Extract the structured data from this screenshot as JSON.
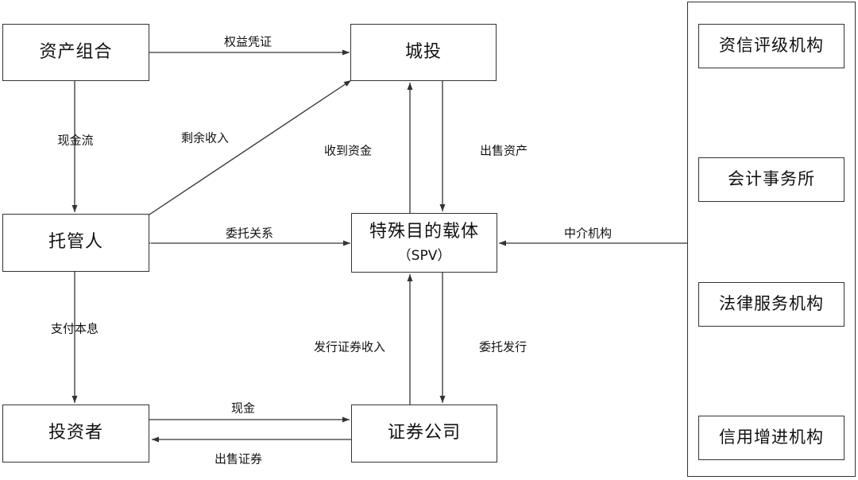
{
  "nodes": {
    "asset_pool": "资产组合",
    "chengtou": "城投",
    "custodian": "托管人",
    "spv": "特殊目的载体",
    "spv_sub": "（SPV）",
    "investor": "投资者",
    "securities_company": "证券公司"
  },
  "intermediaries": [
    "资信评级机构",
    "会计事务所",
    "法律服务机构",
    "信用增进机构"
  ],
  "edges": {
    "equity_certificate": "权益凭证",
    "cash_flow": "现金流",
    "residual_income": "剩余收入",
    "funds_received": "收到资金",
    "sell_assets": "出售资产",
    "entrust_relation": "委托关系",
    "intermediary": "中介机构",
    "pay_principal_interest": "支付本息",
    "issuance_proceeds": "发行证券收入",
    "entrusted_issuance": "委托发行",
    "cash": "现金",
    "sell_securities": "出售证券"
  }
}
